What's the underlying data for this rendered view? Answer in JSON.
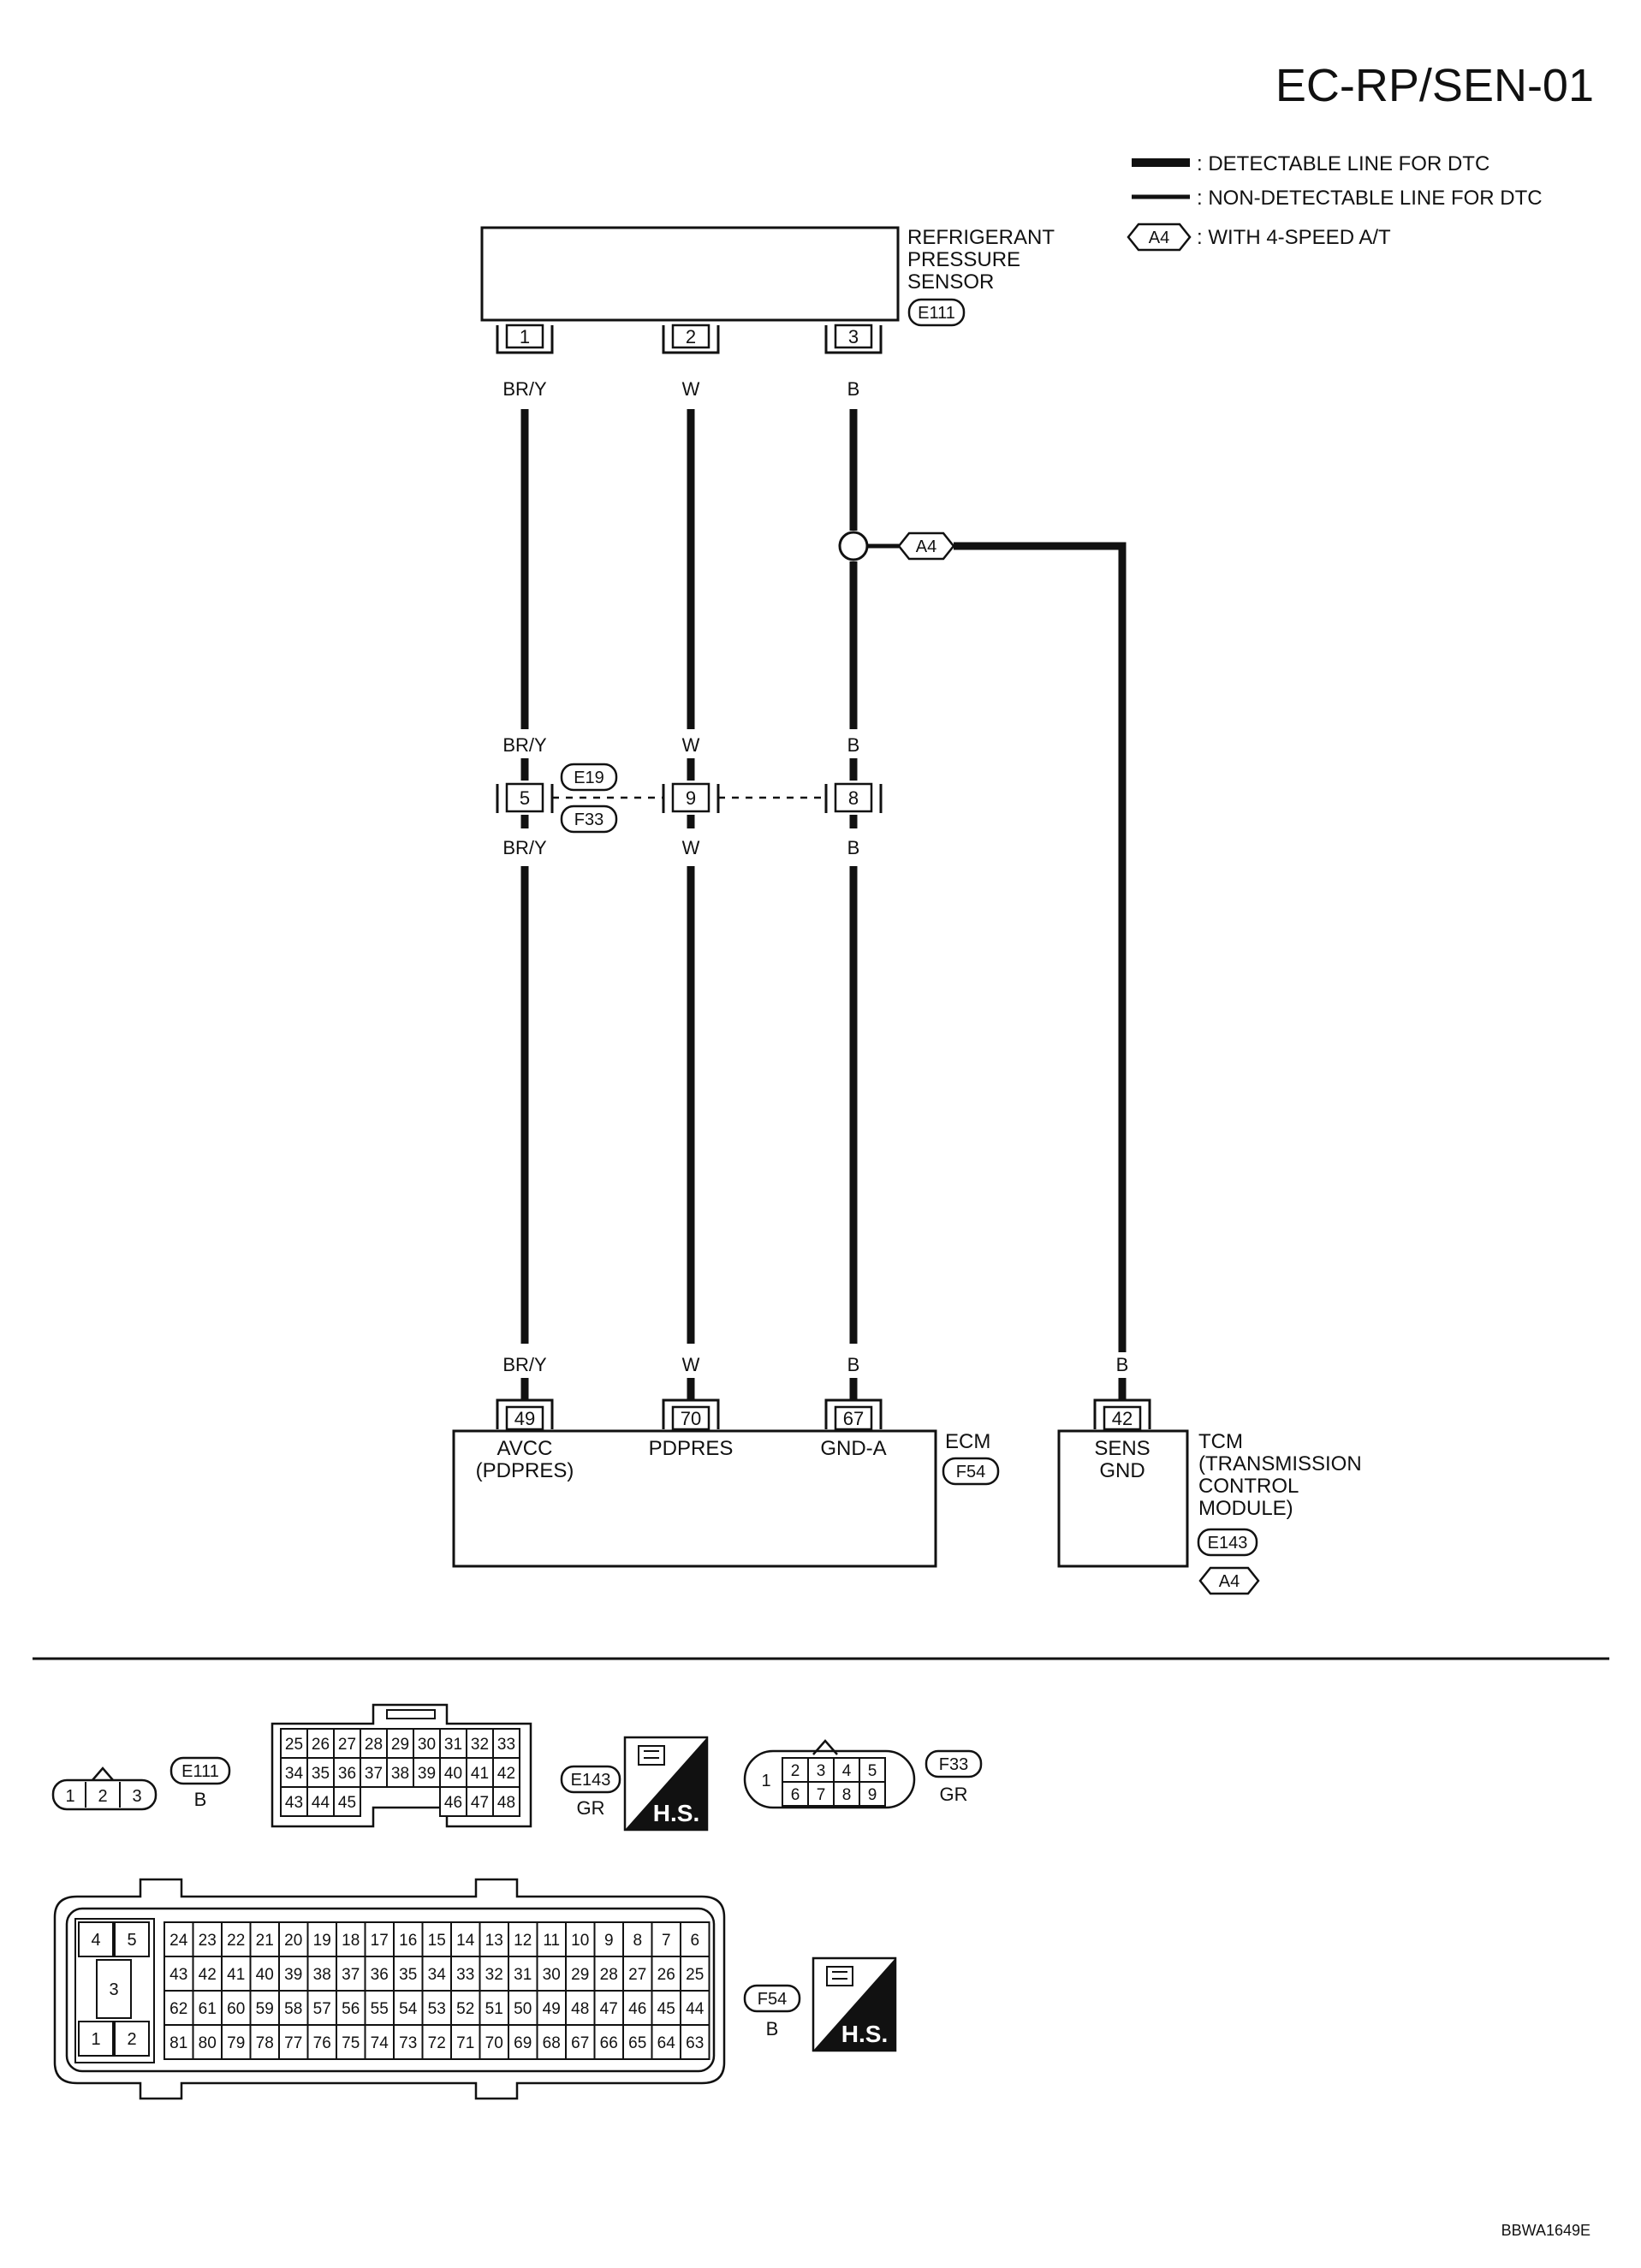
{
  "title": "EC-RP/SEN-01",
  "image_code": "BBWA1649E",
  "legend": {
    "detectable": ": DETECTABLE LINE FOR DTC",
    "non_detectable": ": NON-DETECTABLE LINE FOR DTC",
    "a4_tag": "A4",
    "a4_text": ": WITH 4-SPEED A/T"
  },
  "sensor": {
    "name_lines": [
      "REFRIGERANT",
      "PRESSURE",
      "SENSOR"
    ],
    "connector": "E111",
    "pins": [
      "1",
      "2",
      "3"
    ],
    "wire_colors": [
      "BR/Y",
      "W",
      "B"
    ]
  },
  "branch": {
    "tag": "A4"
  },
  "joint": {
    "connector_top": "E19",
    "connector_bottom": "F33",
    "pins": [
      "5",
      "9",
      "8"
    ],
    "colors_top": [
      "BR/Y",
      "W",
      "B"
    ],
    "colors_bottom": [
      "BR/Y",
      "W",
      "B"
    ]
  },
  "ecm": {
    "name": "ECM",
    "connector": "F54",
    "pins": [
      "49",
      "70",
      "67"
    ],
    "colors": [
      "BR/Y",
      "W",
      "B"
    ],
    "terminal_labels": [
      [
        "AVCC",
        "(PDPRES)"
      ],
      [
        "PDPRES"
      ],
      [
        "GND-A"
      ]
    ]
  },
  "tcm": {
    "name_lines": [
      "TCM",
      "(TRANSMISSION",
      "CONTROL",
      "MODULE)"
    ],
    "connector": "E143",
    "tag": "A4",
    "pin": "42",
    "color": "B",
    "terminal_label": [
      "SENS",
      "GND"
    ]
  },
  "connectors": {
    "e111": {
      "tag": "E111",
      "color": "B",
      "pins": [
        "1",
        "2",
        "3"
      ]
    },
    "e143": {
      "tag": "E143",
      "color": "GR",
      "hs": "H.S.",
      "rows": [
        [
          "25",
          "26",
          "27",
          "28",
          "29",
          "30",
          "31",
          "32",
          "33"
        ],
        [
          "34",
          "35",
          "36",
          "37",
          "38",
          "39",
          "40",
          "41",
          "42"
        ],
        [
          "43",
          "44",
          "45",
          "",
          "",
          "",
          "46",
          "47",
          "48"
        ]
      ]
    },
    "f33": {
      "tag": "F33",
      "color": "GR",
      "left_pin": "1",
      "rows": [
        [
          "2",
          "3",
          "4",
          "5"
        ],
        [
          "6",
          "7",
          "8",
          "9"
        ]
      ]
    },
    "f54": {
      "tag": "F54",
      "color": "B",
      "hs": "H.S.",
      "left_pins": [
        "4",
        "5",
        "3",
        "1",
        "2"
      ],
      "rows": [
        [
          "24",
          "23",
          "22",
          "21",
          "20",
          "19",
          "18",
          "17",
          "16",
          "15",
          "14",
          "13",
          "12",
          "11",
          "10",
          "9",
          "8",
          "7",
          "6"
        ],
        [
          "43",
          "42",
          "41",
          "40",
          "39",
          "38",
          "37",
          "36",
          "35",
          "34",
          "33",
          "32",
          "31",
          "30",
          "29",
          "28",
          "27",
          "26",
          "25"
        ],
        [
          "62",
          "61",
          "60",
          "59",
          "58",
          "57",
          "56",
          "55",
          "54",
          "53",
          "52",
          "51",
          "50",
          "49",
          "48",
          "47",
          "46",
          "45",
          "44"
        ],
        [
          "81",
          "80",
          "79",
          "78",
          "77",
          "76",
          "75",
          "74",
          "73",
          "72",
          "71",
          "70",
          "69",
          "68",
          "67",
          "66",
          "65",
          "64",
          "63"
        ]
      ]
    }
  }
}
